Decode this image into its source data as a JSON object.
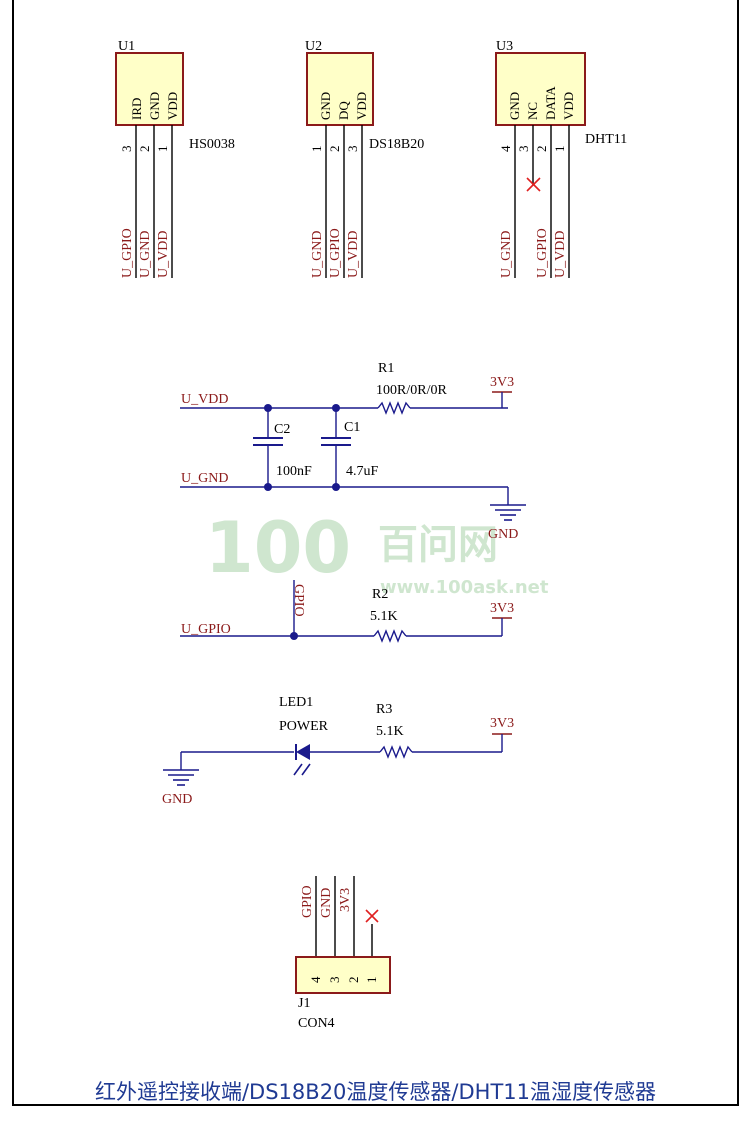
{
  "components": {
    "u1": {
      "ref": "U1",
      "value": "HS0038",
      "pins": [
        "IRD",
        "GND",
        "VDD"
      ],
      "pin_numbers": [
        "3",
        "2",
        "1"
      ],
      "nets": [
        "U_GPIO",
        "U_GND",
        "U_VDD"
      ]
    },
    "u2": {
      "ref": "U2",
      "value": "DS18B20",
      "pins": [
        "GND",
        "DQ",
        "VDD"
      ],
      "pin_numbers": [
        "1",
        "2",
        "3"
      ],
      "nets": [
        "U_GND",
        "U_GPIO",
        "U_VDD"
      ]
    },
    "u3": {
      "ref": "U3",
      "value": "DHT11",
      "pins": [
        "GND",
        "NC",
        "DATA",
        "VDD"
      ],
      "pin_numbers": [
        "4",
        "3",
        "2",
        "1"
      ],
      "nets": [
        "U_GND",
        "U_GPIO",
        "U_VDD"
      ]
    },
    "r1": {
      "ref": "R1",
      "value": "100R/0R/0R"
    },
    "r2": {
      "ref": "R2",
      "value": "5.1K"
    },
    "r3": {
      "ref": "R3",
      "value": "5.1K"
    },
    "c1": {
      "ref": "C1",
      "value": "4.7uF"
    },
    "c2": {
      "ref": "C2",
      "value": "100nF"
    },
    "led1": {
      "ref": "LED1",
      "value": "POWER"
    },
    "j1": {
      "ref": "J1",
      "value": "CON4",
      "pin_numbers": [
        "4",
        "3",
        "2",
        "1"
      ],
      "nets": [
        "GPIO",
        "GND",
        "3V3"
      ]
    }
  },
  "nets": {
    "u_vdd": "U_VDD",
    "u_gnd": "U_GND",
    "u_gpio": "U_GPIO",
    "gpio": "GPIO",
    "v3v3": "3V3",
    "gnd": "GND"
  },
  "watermark": {
    "logo": "100",
    "cn": "百问网",
    "url": "www.100ask.net"
  },
  "caption": "红外遥控接收端/DS18B20温度传感器/DHT11温湿度传感器"
}
